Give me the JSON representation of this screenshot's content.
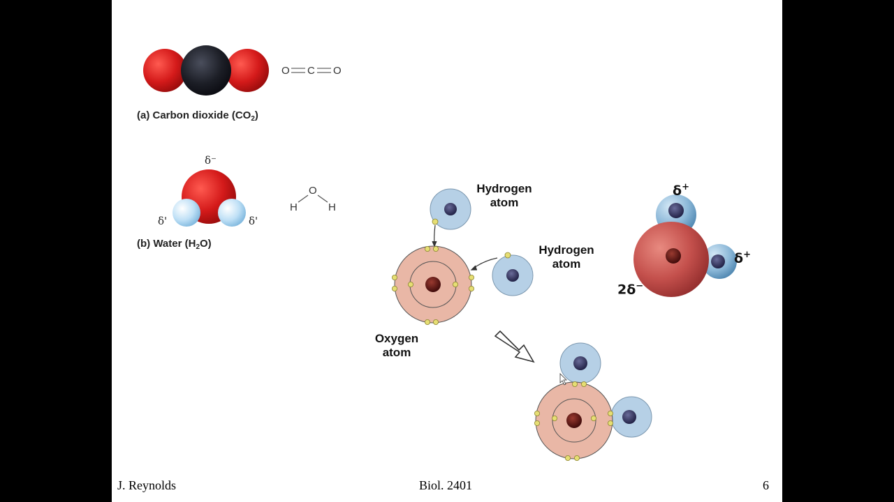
{
  "co2": {
    "caption_prefix": "(a) Carbon dioxide (CO",
    "caption_sub": "2",
    "caption_suffix": ")",
    "formula_o1": "O",
    "formula_c": "C",
    "formula_o2": "O"
  },
  "water": {
    "caption_prefix": "(b) Water (H",
    "caption_sub": "2",
    "caption_suffix": "O)",
    "delta_top": "δ⁻",
    "delta_left": "δ'",
    "delta_right": "δ'",
    "formula_o": "O",
    "formula_h1": "H",
    "formula_h2": "H"
  },
  "formation": {
    "hydrogen_label_1": [
      "Hydrogen",
      "atom"
    ],
    "hydrogen_label_2": [
      "Hydrogen",
      "atom"
    ],
    "oxygen_label": [
      "Oxygen",
      "atom"
    ],
    "delta_plus_top": "δ",
    "delta_plus_right": "δ",
    "plus_sign": "+",
    "delta_minus": "2δ",
    "minus_sign": "−"
  },
  "footer": {
    "author": "J. Reynolds",
    "course": "Biol. 2401",
    "page": "6"
  },
  "colors": {
    "oxygen_red": "#d62020",
    "carbon_black": "#1c1c24",
    "hydrogen_blue": "#b8d4ea",
    "oxygen_pink": "#e8b4a4",
    "electron_yellow": "#e8e070",
    "nucleus_blue": "#2a2a55",
    "nucleus_red": "#5a1010"
  }
}
